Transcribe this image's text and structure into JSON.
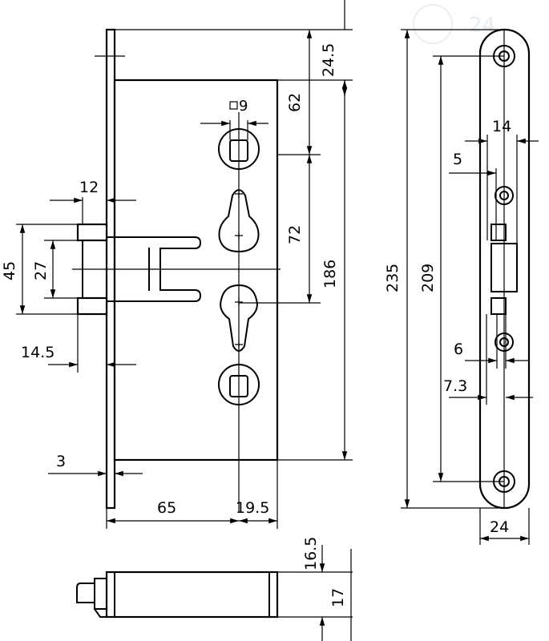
{
  "colors": {
    "line": "#000000",
    "background": "#ffffff",
    "watermark": "#e8eef3"
  },
  "watermark": {
    "text": "24"
  },
  "dimensions": {
    "backset_top": "24.5",
    "follower_square": "9",
    "cylinder_to_follower": "62",
    "keyhole_pitch": "72",
    "case_height": "186",
    "faceplate_length": "235",
    "screw_spacing": "209",
    "latch_width": "12",
    "bolt_outer": "45",
    "bolt_inner": "27",
    "bolt_projection": "14.5",
    "faceplate_thickness": "3",
    "backset": "65",
    "follower_offset": "19.5",
    "strike_offset_14": "14",
    "strike_offset_5": "5",
    "strike_offset_6": "6",
    "strike_offset_7_3": "7.3",
    "faceplate_width": "24",
    "case_depth_16_5": "16.5",
    "case_depth_17": "17"
  }
}
